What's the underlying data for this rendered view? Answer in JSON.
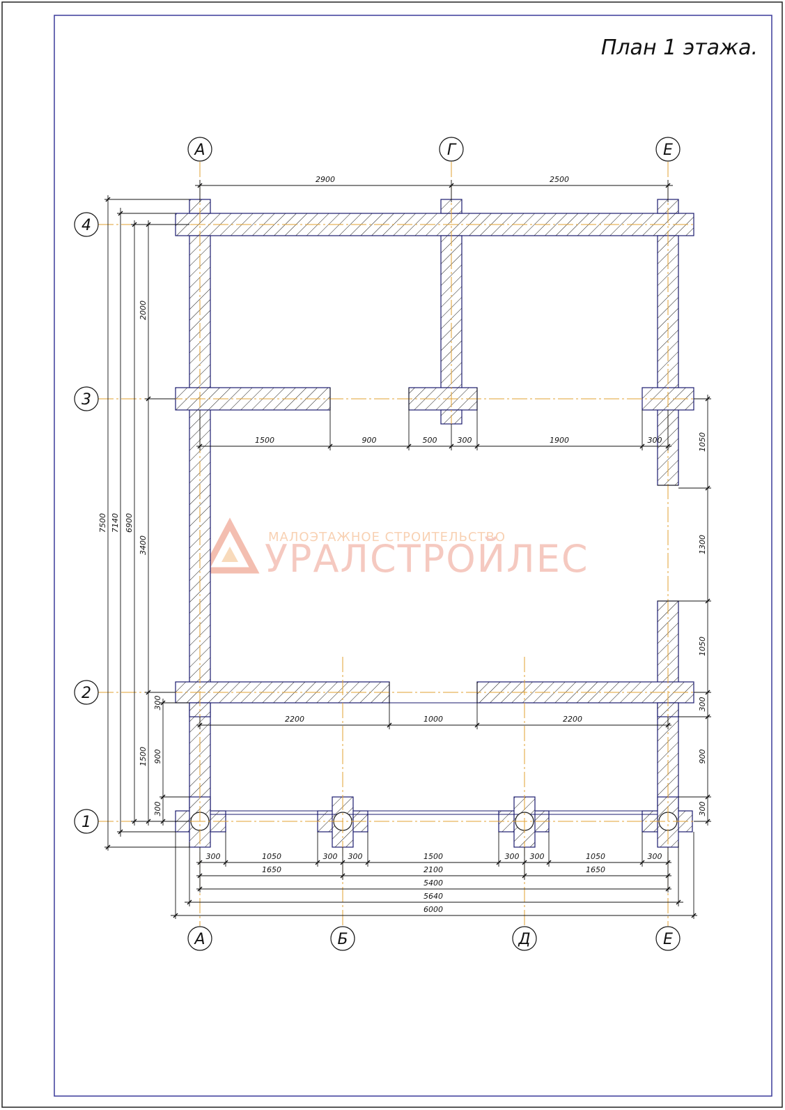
{
  "title": "План 1 этажа.",
  "watermark": {
    "tagline": "МАЛОЭТАЖНОЕ СТРОИТЕЛЬСТВО",
    "brand": "УРАЛСТРОЙЛЕС"
  },
  "axes": {
    "top": [
      "А",
      "Г",
      "Е"
    ],
    "bottom": [
      "А",
      "Б",
      "Д",
      "Е"
    ],
    "rows": [
      "4",
      "3",
      "2",
      "1"
    ]
  },
  "dimensions": {
    "top_chain": [
      "2900",
      "2500"
    ],
    "row3_chain": [
      "1500",
      "900",
      "500",
      "300",
      "1900",
      "300"
    ],
    "row2_chain": [
      "2200",
      "1000",
      "2200"
    ],
    "bottom_chain1": [
      "300",
      "1050",
      "300",
      "300",
      "1500",
      "300",
      "300",
      "1050",
      "300"
    ],
    "bottom_chain2": [
      "1650",
      "2100",
      "1650"
    ],
    "bottom_total1": "5400",
    "bottom_total2": "5640",
    "bottom_total3": "6000",
    "left_totals": [
      "7500",
      "7140",
      "6900"
    ],
    "left_inner": [
      "2000",
      "3400",
      "1500"
    ],
    "left_lower": [
      "300",
      "900",
      "300"
    ],
    "right_upper": [
      "1050",
      "1300",
      "1050"
    ],
    "right_lower": [
      "300",
      "900",
      "300"
    ]
  },
  "colors": {
    "wall": "#1a1a6e",
    "axis": "#e0a030",
    "line": "#111111",
    "frame": "#3a3a9a"
  }
}
